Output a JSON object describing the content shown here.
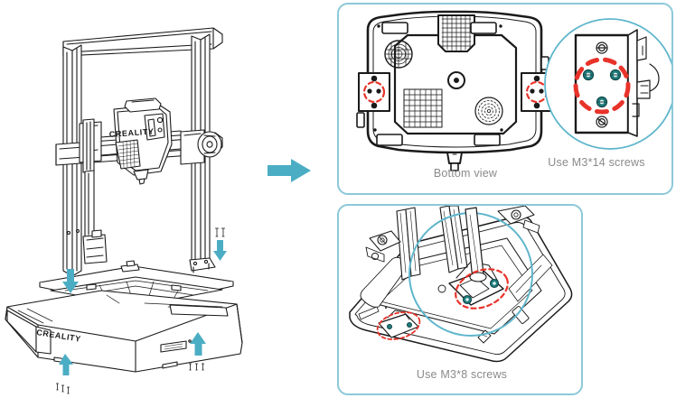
{
  "document": {
    "type": "assembly-instruction-diagram",
    "product_brand": "CREALITY",
    "description": "3D printer gantry-to-base assembly step with two screw detail callouts"
  },
  "colors": {
    "panel_border": "#8cc9d9",
    "arrow_teal": "#4badc4",
    "callout_circle": "#5fb6cc",
    "highlight_dashed": "#e8332a",
    "screw_highlight": "#1f7a7a",
    "line_art": "#1a1a1a",
    "caption_text": "#8a8a8a",
    "background": "#ffffff"
  },
  "left_illustration": {
    "name": "printer-exploded-view",
    "brand_label": "CREALITY",
    "arrows": [
      {
        "id": "gantry-left-down",
        "direction": "down",
        "screw_count": 0
      },
      {
        "id": "gantry-right-down",
        "direction": "down",
        "screw_count": 2
      },
      {
        "id": "base-left-up",
        "direction": "up",
        "screw_count": 3
      },
      {
        "id": "base-right-up",
        "direction": "up",
        "screw_count": 3
      }
    ]
  },
  "transition_arrow": {
    "name": "transition-arrow",
    "direction": "right",
    "color": "#4badc4"
  },
  "panels": [
    {
      "id": "panel-bottom-view",
      "caption": "Bottom view",
      "detail_caption": "Use M3*14 screws",
      "screw_spec": "M3*14",
      "highlight_circles": 2,
      "detail_screw_count": 3
    },
    {
      "id": "panel-m3-8",
      "caption": "Use M3*8 screws",
      "screw_spec": "M3*8",
      "highlight_circles": 2,
      "detail_screw_count": 2
    }
  ]
}
